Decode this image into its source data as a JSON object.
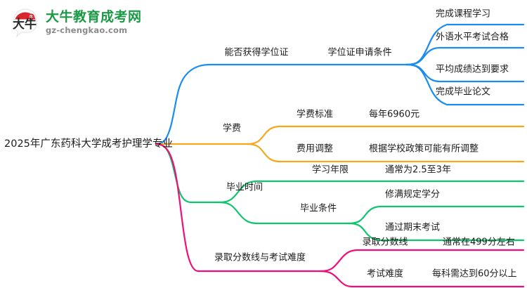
{
  "brand": {
    "logo_icon": "speech-bubble-logo-icon",
    "logo_mark_text": "大牛",
    "title": "大牛教育成考网",
    "domain": "gz-chengkao.com",
    "title_color": "#1a9a44",
    "domain_color": "#8a8a8a",
    "mark_color": "#d8262c"
  },
  "mindmap": {
    "root": "2025年广东药科大学成考护理学专业",
    "colors": {
      "blue": "#1a8cf0",
      "orange": "#f5a81c",
      "green": "#0ec46e",
      "pink": "#ef0f79"
    },
    "branches": [
      {
        "id": "degree",
        "color_key": "blue",
        "label": "能否获得学位证",
        "children": [
          {
            "label": "学位证申请条件",
            "children": [
              {
                "label": "完成课程学习"
              },
              {
                "label": "外语水平考试合格"
              },
              {
                "label": "平均成绩达到要求"
              },
              {
                "label": "完成毕业论文"
              }
            ]
          }
        ]
      },
      {
        "id": "tuition",
        "color_key": "orange",
        "label": "学费",
        "children": [
          {
            "label": "学费标准",
            "value": "每年6960元"
          },
          {
            "label": "费用调整",
            "value": "根据学校政策可能有所调整"
          }
        ]
      },
      {
        "id": "graduation",
        "color_key": "green",
        "label": "毕业时间",
        "children": [
          {
            "label": "学习年限",
            "value": "通常为2.5至3年"
          },
          {
            "label": "毕业条件",
            "children": [
              {
                "label": "修满规定学分"
              },
              {
                "label": "通过期末考试"
              }
            ]
          }
        ]
      },
      {
        "id": "score",
        "color_key": "pink",
        "label": "录取分数线与考试难度",
        "children": [
          {
            "label": "录取分数线",
            "value": "通常在499分左右"
          },
          {
            "label": "考试难度",
            "value": "每科需达到60分以上"
          }
        ]
      }
    ]
  }
}
